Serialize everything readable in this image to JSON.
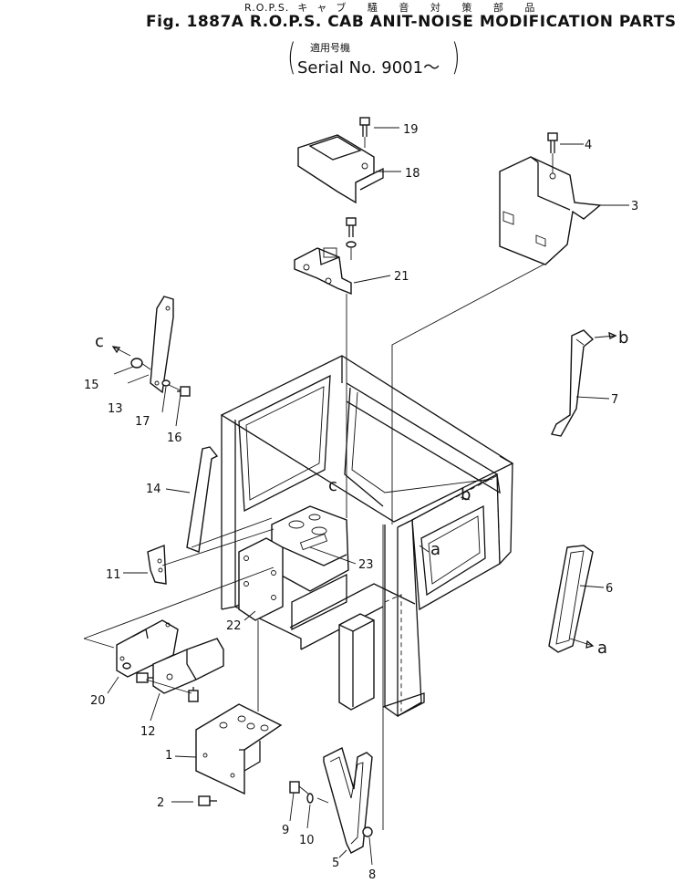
{
  "header": {
    "line1_left": "R.O.P.S.",
    "line1_jp": "キャブ 騒 音 対 策 部 品",
    "line2": "Fig. 1887A  R.O.P.S. CAB ANIT-NOISE MODIFICATION PARTS",
    "line3": "適用号機",
    "line4": "Serial No. 9001～"
  },
  "callouts": [
    "1",
    "2",
    "3",
    "4",
    "5",
    "6",
    "7",
    "8",
    "9",
    "10",
    "11",
    "12",
    "13",
    "14",
    "15",
    "16",
    "17",
    "18",
    "19",
    "20",
    "21",
    "22",
    "23"
  ],
  "letters": [
    "a",
    "a",
    "b",
    "b",
    "c",
    "c"
  ]
}
